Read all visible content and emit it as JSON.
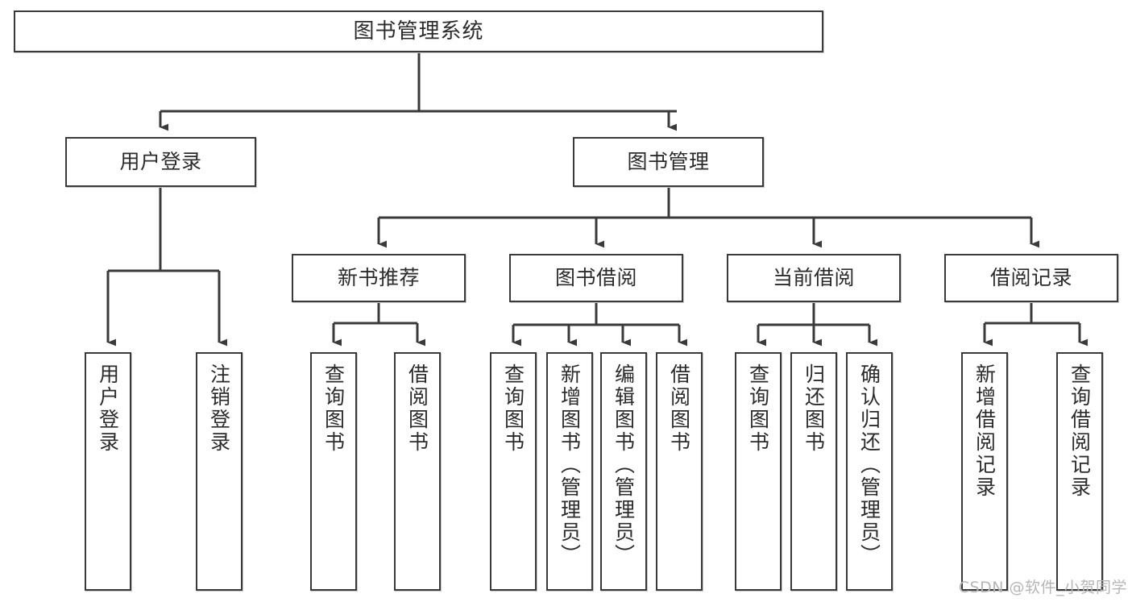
{
  "diagram": {
    "title": "图书管理系统",
    "type": "hierarchy-tree",
    "orientation": "top-down",
    "colors": {
      "background": "#ffffff",
      "node_border": "#3a3a3a",
      "node_fill": "#ffffff",
      "edge": "#3a3a3a",
      "text": "#2b2b2b",
      "watermark": "#b6b6b6",
      "shadow": "#c9c9c9"
    }
  },
  "nodes": {
    "root": {
      "label": "图书管理系统"
    },
    "level2": [
      {
        "label": "用户登录"
      },
      {
        "label": "图书管理"
      }
    ],
    "level3": [
      {
        "label": "新书推荐"
      },
      {
        "label": "图书借阅"
      },
      {
        "label": "当前借阅"
      },
      {
        "label": "借阅记录"
      }
    ],
    "leaves_user_login": [
      {
        "label": "用户登录"
      },
      {
        "label": "注销登录"
      }
    ],
    "leaves_new_books": [
      {
        "label": "查询图书"
      },
      {
        "label": "借阅图书"
      }
    ],
    "leaves_borrow": [
      {
        "label": "查询图书"
      },
      {
        "label": "新增图书（管理员）"
      },
      {
        "label": "编辑图书（管理员）"
      },
      {
        "label": "借阅图书"
      }
    ],
    "leaves_current": [
      {
        "label": "查询图书"
      },
      {
        "label": "归还图书"
      },
      {
        "label": "确认归还（管理员）"
      }
    ],
    "leaves_records": [
      {
        "label": "新增借阅记录"
      },
      {
        "label": "查询借阅记录"
      }
    ]
  },
  "watermark": {
    "text": "CSDN @软件_小贺同学"
  }
}
